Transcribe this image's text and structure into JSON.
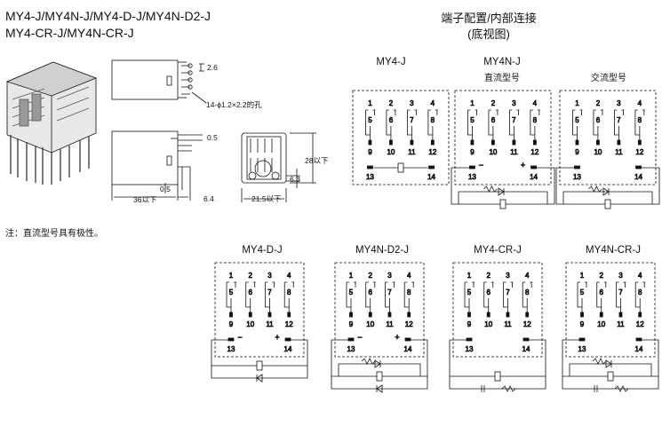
{
  "title_lines": [
    "MY4-J/MY4N-J/MY4-D-J/MY4N-D2-J",
    "MY4-CR-J/MY4N-CR-J"
  ],
  "terminal_header": [
    "端子配置/内部连接",
    "(底视图)"
  ],
  "note": "注：直流型号具有极性。",
  "dimensions": {
    "d26": "2.6",
    "hole": "14-ϕ1.2×2.2的孔",
    "d05a": "0.5",
    "d05b": "0.5",
    "w36": "36以下",
    "d64": "6.4",
    "h28": "28以下",
    "d63": "6.3",
    "w215": "21.5以下"
  },
  "models": [
    {
      "name": "MY4-J",
      "sub": ""
    },
    {
      "name": "MY4N-J",
      "sub": "直流型号"
    },
    {
      "name": "",
      "sub": "交流型号"
    },
    {
      "name": "MY4-D-J",
      "sub": ""
    },
    {
      "name": "MY4N-D2-J",
      "sub": ""
    },
    {
      "name": "MY4-CR-J",
      "sub": ""
    },
    {
      "name": "MY4N-CR-J",
      "sub": ""
    }
  ],
  "pins": {
    "row1": [
      "1",
      "2",
      "3",
      "4"
    ],
    "row2": [
      "5",
      "6",
      "7",
      "8"
    ],
    "row3": [
      "9",
      "10",
      "11",
      "12"
    ],
    "coil": [
      "13",
      "14"
    ],
    "minus": "−",
    "plus": "+"
  }
}
